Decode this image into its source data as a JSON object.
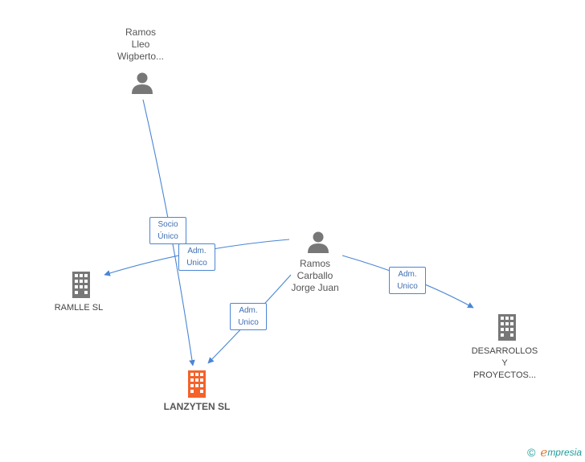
{
  "persons": {
    "ramos_lleo": {
      "label": "Ramos\nLleo\nWigberto..."
    },
    "ramos_carballo": {
      "label": "Ramos\nCarballo\nJorge Juan"
    }
  },
  "companies": {
    "ramlle": {
      "label": "RAMLLE SL"
    },
    "lanzyten": {
      "label": "LANZYTEN SL"
    },
    "desarrollos": {
      "label": "DESARROLLOS\nY\nPROYECTOS..."
    }
  },
  "edges": {
    "socio_unico": "Socio\nÚnico",
    "adm_ramlle": "Adm.\nUnico",
    "adm_lanzyten": "Adm.\nUnico",
    "adm_desarrollos": "Adm.\nUnico"
  },
  "colors": {
    "edge": "#4a86d4",
    "person_icon": "#777777",
    "company_icon": "#777777",
    "focus_company_icon": "#f4622a"
  },
  "icons": {
    "person": "person-icon",
    "company": "building-icon"
  },
  "brand": {
    "copyright": "©",
    "initial": "e",
    "rest": "mpresia"
  }
}
